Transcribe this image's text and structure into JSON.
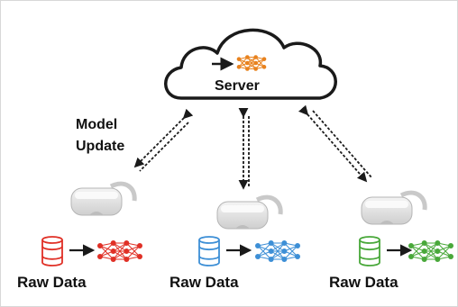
{
  "server": {
    "label": "Server"
  },
  "model_update": {
    "line1": "Model",
    "line2": "Update"
  },
  "clients": [
    {
      "label": "Raw Data",
      "color": "#e03026"
    },
    {
      "label": "Raw Data",
      "color": "#3d8fd6"
    },
    {
      "label": "Raw Data",
      "color": "#49a83a"
    }
  ],
  "colors": {
    "server_model": "#e8821e",
    "cloud_outline": "#1a1a1a",
    "headset": "#e6e6e6",
    "arrow": "#1a1a1a"
  },
  "icons": {
    "cloud": "cloud-icon",
    "neural_network": "neural-network-icon",
    "database": "database-icon",
    "vr_headset": "vr-headset-icon"
  }
}
